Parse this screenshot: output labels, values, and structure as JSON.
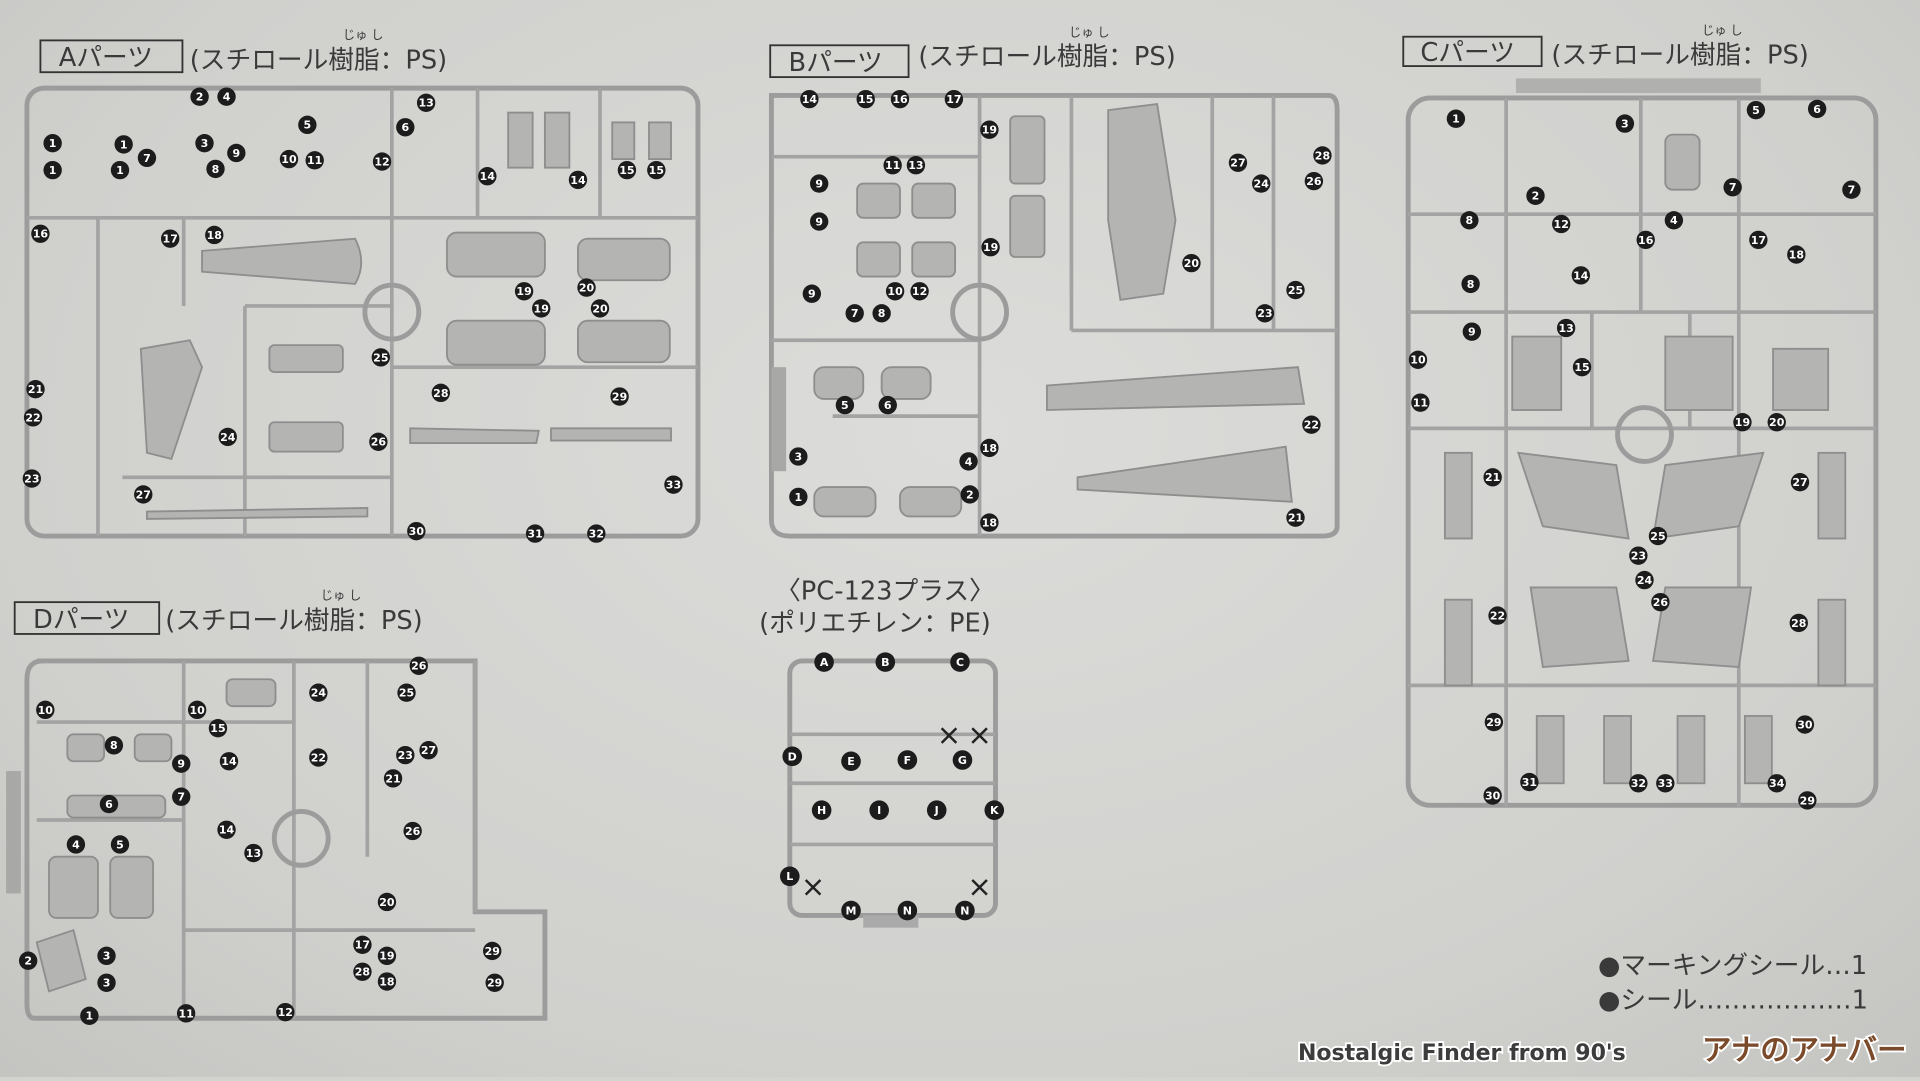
{
  "runners": {
    "A": {
      "label": "Aパーツ",
      "material": "(スチロール樹脂：PS)",
      "ruby": "じゅ し",
      "markers": [
        "2",
        "4",
        "13",
        "1",
        "1",
        "7",
        "3",
        "9",
        "5",
        "6",
        "1",
        "1",
        "8",
        "10",
        "11",
        "12",
        "14",
        "14",
        "15",
        "15",
        "16",
        "17",
        "18",
        "19",
        "19",
        "20",
        "20",
        "25",
        "21",
        "22",
        "28",
        "29",
        "24",
        "26",
        "23",
        "33",
        "27",
        "30",
        "31",
        "32"
      ]
    },
    "B": {
      "label": "Bパーツ",
      "material": "(スチロール樹脂：PS)",
      "ruby": "じゅ し",
      "markers": [
        "14",
        "15",
        "16",
        "17",
        "19",
        "11",
        "13",
        "9",
        "9",
        "27",
        "28",
        "24",
        "26",
        "19",
        "20",
        "9",
        "10",
        "12",
        "7",
        "8",
        "25",
        "23",
        "5",
        "6",
        "22",
        "18",
        "3",
        "4",
        "1",
        "2",
        "18",
        "21"
      ]
    },
    "C": {
      "label": "Cパーツ",
      "material": "(スチロール樹脂：PS)",
      "ruby": "じゅ し",
      "markers": [
        "1",
        "3",
        "5",
        "6",
        "2",
        "7",
        "7",
        "12",
        "4",
        "8",
        "16",
        "17",
        "18",
        "14",
        "8",
        "13",
        "9",
        "10",
        "15",
        "11",
        "19",
        "20",
        "21",
        "27",
        "25",
        "23",
        "24",
        "26",
        "22",
        "28",
        "29",
        "30",
        "31",
        "32",
        "33",
        "34",
        "30",
        "29"
      ]
    },
    "D": {
      "label": "Dパーツ",
      "material": "(スチロール樹脂：PS)",
      "ruby": "じゅ し",
      "markers": [
        "26",
        "10",
        "10",
        "15",
        "24",
        "25",
        "8",
        "9",
        "14",
        "23",
        "27",
        "22",
        "21",
        "7",
        "6",
        "4",
        "5",
        "14",
        "13",
        "26",
        "20",
        "2",
        "3",
        "17",
        "19",
        "28",
        "18",
        "3",
        "29",
        "29",
        "1",
        "11",
        "12"
      ]
    },
    "PC": {
      "title": "〈PC-123プラス〉",
      "material": "(ポリエチレン：PE)",
      "markers": [
        "A",
        "B",
        "C",
        "D",
        "E",
        "F",
        "G",
        "H",
        "I",
        "J",
        "K",
        "L",
        "M",
        "N",
        "N"
      ]
    }
  },
  "accessories": [
    {
      "text": "●マーキングシール…1"
    },
    {
      "text": "●シール………………1"
    }
  ],
  "watermark": {
    "text": "Nostalgic Finder from 90's",
    "logo": "アナのアナバー"
  },
  "colors": {
    "paper": "#d3d3d0",
    "runner": "#9c9c9c",
    "marker": "#1c1c1c",
    "logo": "#7a4a2a"
  }
}
